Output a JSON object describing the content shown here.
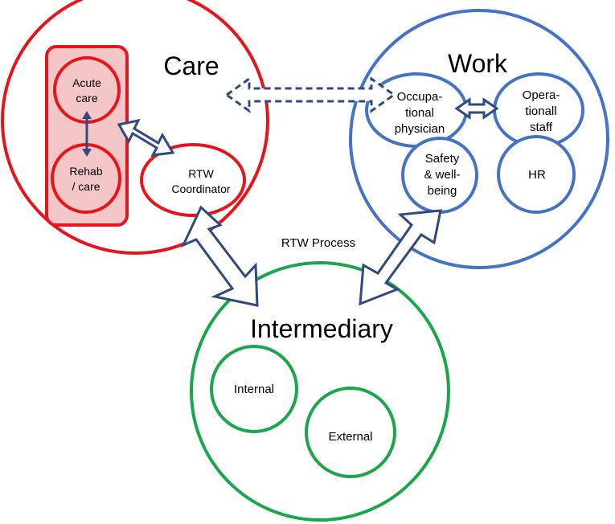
{
  "colors": {
    "care": "#e8141b",
    "care_fill": "#f4c6c8",
    "work": "#4472c4",
    "intermediary": "#1aa64a",
    "arrow": "#2f4a80"
  },
  "care": {
    "title": "Care",
    "acute": [
      "Acute",
      "care"
    ],
    "rehab": [
      "Rehab",
      "/ care"
    ],
    "rtw": [
      "RTW",
      "Coordinator"
    ]
  },
  "work": {
    "title": "Work",
    "occupational": [
      "Occupa-",
      "tional",
      "physician"
    ],
    "operational": [
      "Opera-",
      "tionall",
      "staff"
    ],
    "safety": [
      "Safety",
      "& well-",
      "being"
    ],
    "hr": "HR"
  },
  "intermediary": {
    "title": "Intermediary",
    "internal": "Internal",
    "external": "External"
  },
  "process_label": "RTW Process"
}
